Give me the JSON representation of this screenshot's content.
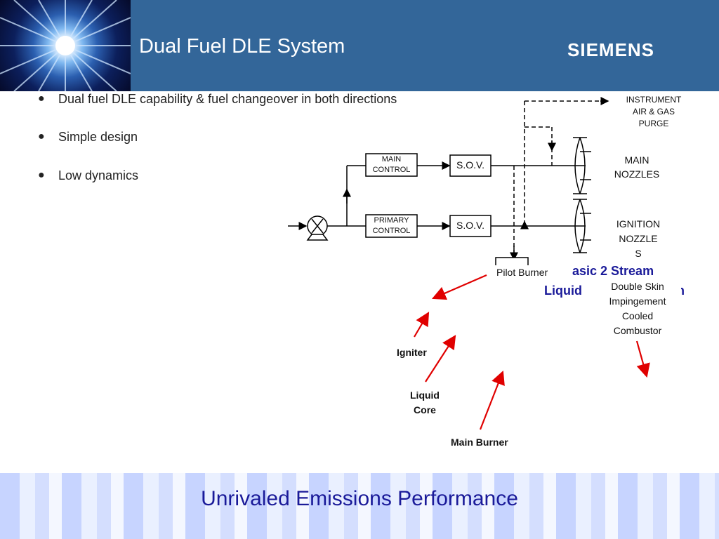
{
  "header": {
    "title": "Dual Fuel DLE System",
    "brand": "SIEMENS"
  },
  "bullets": [
    "Dual fuel DLE capability & fuel changeover in both directions",
    "Simple design",
    "Low dynamics"
  ],
  "diagram": {
    "main_control": [
      "MAIN",
      "CONTROL"
    ],
    "primary_control": [
      "PRIMARY",
      "CONTROL"
    ],
    "sov": "S.O.V.",
    "instrument_air": [
      "INSTRUMENT",
      "AIR &  GAS",
      "PURGE"
    ],
    "main_nozzles": [
      "MAIN",
      "NOZZLES"
    ],
    "ignition_nozzles": [
      "IGNITION",
      "NOZZLE",
      "S"
    ],
    "partial_title_line1": "asic 2 Stream",
    "partial_title_line2": "Liquid",
    "partial_title_end": "n"
  },
  "annotations": {
    "pilot_burner": "Pilot Burner",
    "double_skin": [
      "Double Skin",
      "Impingement",
      "Cooled",
      "Combustor"
    ],
    "igniter": "Igniter",
    "liquid_core": [
      "Liquid",
      "Core"
    ],
    "main_burner": "Main Burner"
  },
  "footer": {
    "tagline": "Unrivaled Emissions Performance"
  }
}
